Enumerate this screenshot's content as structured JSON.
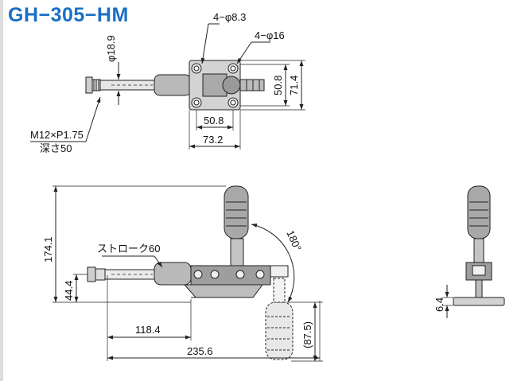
{
  "title": "GH−305−HM",
  "colors": {
    "title": "#1a6fc4",
    "line": "#222222",
    "body_fill": "#bdbdbd",
    "handle_fill": "#9a9a9a"
  },
  "top_view": {
    "hole_label": "4−φ8.3",
    "boss_label": "4−φ16",
    "shaft_diameter": "φ18.9",
    "height_inner": "50.8",
    "height_outer": "71.4",
    "width_inner": "50.8",
    "width_outer": "73.2",
    "thread_label": "M12×P1.75",
    "depth_label": "深さ50"
  },
  "side_view": {
    "height_total": "174.1",
    "height_plunger": "44.4",
    "stroke_label": "ストローク60",
    "angle_label": "180°",
    "length_base": "118.4",
    "length_total": "235.6",
    "handle_drop": "(87.5)"
  },
  "end_view": {
    "base_thickness": "6.4"
  }
}
